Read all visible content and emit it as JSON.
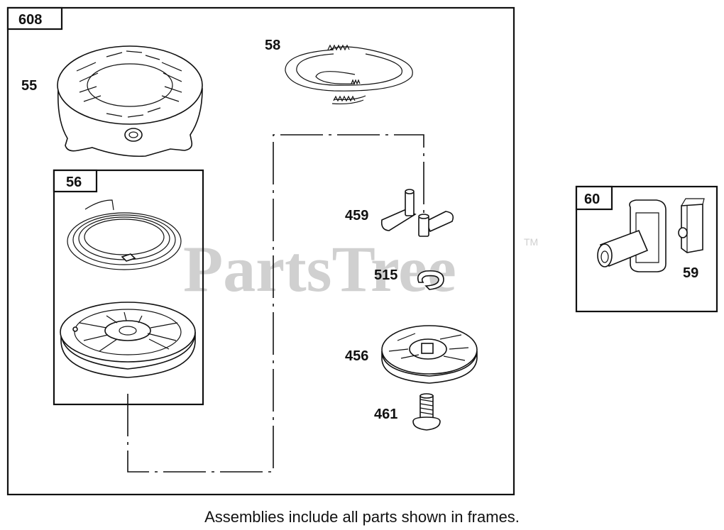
{
  "watermark": {
    "text": "PartsTree",
    "tm": "TM"
  },
  "frames": [
    {
      "id": "608"
    },
    {
      "id": "56"
    },
    {
      "id": "60"
    }
  ],
  "callouts": {
    "p55": "55",
    "p58": "58",
    "p459": "459",
    "p515": "515",
    "p456": "456",
    "p461": "461",
    "p59": "59"
  },
  "caption": "Assemblies include all parts shown in frames."
}
